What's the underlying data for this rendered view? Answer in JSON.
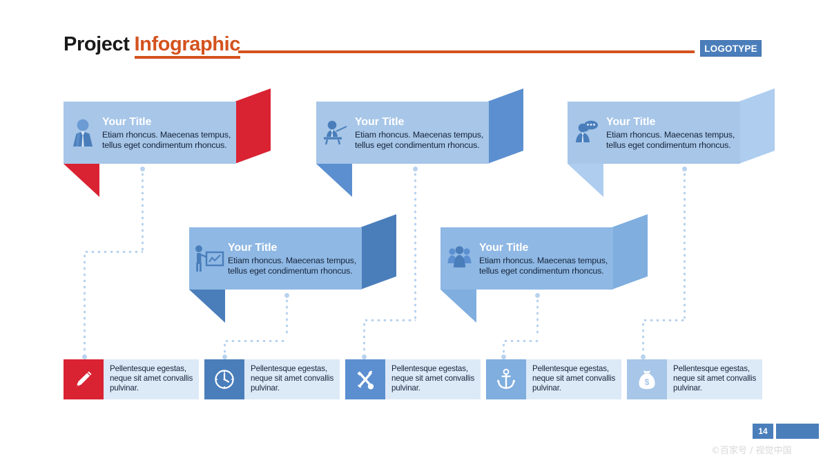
{
  "header": {
    "title_word1": "Project",
    "title_word2": "Infographic",
    "logotype": "LOGOTYPE"
  },
  "cards": [
    {
      "title": "Your Title",
      "desc": "Etiam rhoncus. Maecenas tempus, tellus eget condimentum rhoncus.",
      "icon": "businessman-icon",
      "accent": "#D92332",
      "banner": "#A7C6E8"
    },
    {
      "title": "Your Title",
      "desc": "Etiam rhoncus. Maecenas tempus, tellus eget condimentum rhoncus.",
      "icon": "presenter-pointer-icon",
      "accent": "#5B8FD0",
      "banner": "#A7C6E8"
    },
    {
      "title": "Your Title",
      "desc": "Etiam rhoncus. Maecenas tempus, tellus eget condimentum rhoncus.",
      "icon": "person-speech-bubble-icon",
      "accent": "#AECDEF",
      "banner": "#A7C6E8"
    },
    {
      "title": "Your Title",
      "desc": "Etiam rhoncus. Maecenas tempus, tellus eget condimentum rhoncus.",
      "icon": "person-chart-board-icon",
      "accent": "#4A7EBB",
      "banner": "#8FB8E4"
    },
    {
      "title": "Your Title",
      "desc": "Etiam rhoncus. Maecenas tempus, tellus eget condimentum rhoncus.",
      "icon": "group-people-icon",
      "accent": "#7FAEDF",
      "banner": "#8FB8E4"
    }
  ],
  "bottom_items": [
    {
      "text": "Pellentesque egestas, neque sit amet convallis pulvinar.",
      "icon": "pencil-icon",
      "icon_bg": "#D92332",
      "panel_bg": "#DCE9F7"
    },
    {
      "text": "Pellentesque egestas, neque sit amet convallis pulvinar.",
      "icon": "clock-icon",
      "icon_bg": "#4A7EBB",
      "panel_bg": "#DCE9F7"
    },
    {
      "text": "Pellentesque egestas, neque sit amet convallis pulvinar.",
      "icon": "tools-icon",
      "icon_bg": "#5B8FD0",
      "panel_bg": "#DCE9F7"
    },
    {
      "text": "Pellentesque egestas, neque sit amet convallis pulvinar.",
      "icon": "anchor-icon",
      "icon_bg": "#7FAEDF",
      "panel_bg": "#DCE9F7"
    },
    {
      "text": "Pellentesque egestas, neque sit amet convallis pulvinar.",
      "icon": "money-bag-icon",
      "icon_bg": "#A7C6E8",
      "panel_bg": "#DCE9F7"
    }
  ],
  "footer": {
    "page_number": "14",
    "watermark": "©百家号 / 视觉中国"
  },
  "colors": {
    "accent_orange": "#D4521E",
    "accent_red": "#D92332",
    "brand_blue": "#4A7EBB",
    "banner_blue": "#A7C6E8",
    "dot_blue": "#b9d3ee"
  }
}
